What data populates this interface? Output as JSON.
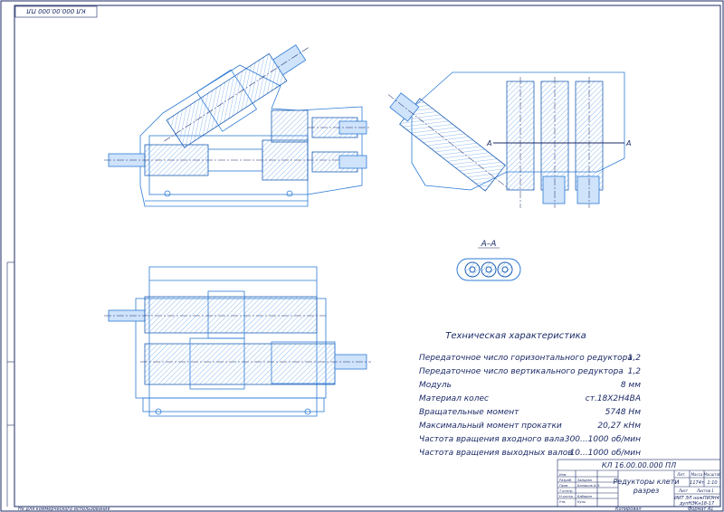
{
  "drawing": {
    "stamp_top_mirrored": "КЛ 000.00.000 ПЛ",
    "section_label": "А–А",
    "section_marks": [
      "А",
      "А"
    ]
  },
  "tech_spec": {
    "title": "Техническая характеристика",
    "rows": [
      {
        "label": "Передаточное число горизонтального редуктора",
        "value": "1,2"
      },
      {
        "label": "Передаточное число вертикального редуктора",
        "value": "1,2"
      },
      {
        "label": "Модуль",
        "value": "8 мм"
      },
      {
        "label": "Материал колес",
        "value": "ст.18Х2Н4ВА"
      },
      {
        "label": "Вращательные момент",
        "value": "5748 Нм"
      },
      {
        "label": "Максимальный момент прокатки",
        "value": "20,27 кНм"
      },
      {
        "label": "Частота вращения входного вала",
        "value": "300...1000 об/мин"
      },
      {
        "label": "Частота вращения выходных валов",
        "value": "10...1000 об/мин"
      }
    ]
  },
  "title_block": {
    "doc_code": "КЛ 16.00.00.000 ПЛ",
    "name_line1": "Редукторы клети",
    "name_line2": "разрез",
    "mass": "1174т",
    "scale": "1:10",
    "org_line1": "ИИТ ЭЛ ножПИЭН4",
    "org_line2": "дупНЭКн18-17",
    "sheet_label": "Лист",
    "sheets_label": "Листов 1",
    "stage_header": "Лит.",
    "mass_header": "Масса",
    "scale_header": "Масштаб",
    "roles": [
      "Изм.",
      "Разраб.",
      "Пров.",
      "Т.контр.",
      "Н.контр.",
      "Утв."
    ],
    "names": [
      "",
      "Зайцева",
      "Балашов А.Н.",
      "",
      "Бабарин",
      "Куль"
    ]
  },
  "footer": {
    "left_note": "Не для коммерческого использования",
    "copy_label": "Копировал",
    "format_label": "Формат А1"
  }
}
